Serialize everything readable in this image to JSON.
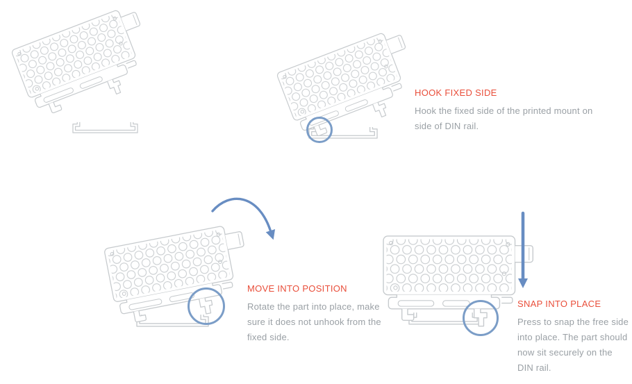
{
  "colors": {
    "background": "#ffffff",
    "line_art_gray": "#c6cacd",
    "highlight_blue": "#7b9dc7",
    "arrow_blue": "#688dc2",
    "title_red": "#e94e3a",
    "body_gray": "#9aa0a5"
  },
  "steps": [
    {
      "key": "part-above-rail",
      "title": "",
      "lines": []
    },
    {
      "key": "hook-fixed-side",
      "title": "HOOK FIXED SIDE",
      "lines": [
        "Hook the fixed side of the printed mount on",
        "side of DIN rail."
      ]
    },
    {
      "key": "move-into-position",
      "title": "MOVE INTO POSITION",
      "lines": [
        "Rotate the part into place, make",
        "sure it does not unhook from the",
        "fixed side."
      ]
    },
    {
      "key": "snap-into-place",
      "title": "SNAP INTO PLACE",
      "lines": [
        "Press to snap the free side",
        "into place. The part should",
        "now sit securely on the",
        "DIN rail."
      ]
    }
  ],
  "icons": {
    "rotate_arrow": "curved-arrow",
    "press_arrow": "straight-down-arrow",
    "highlight": "circle-outline"
  }
}
